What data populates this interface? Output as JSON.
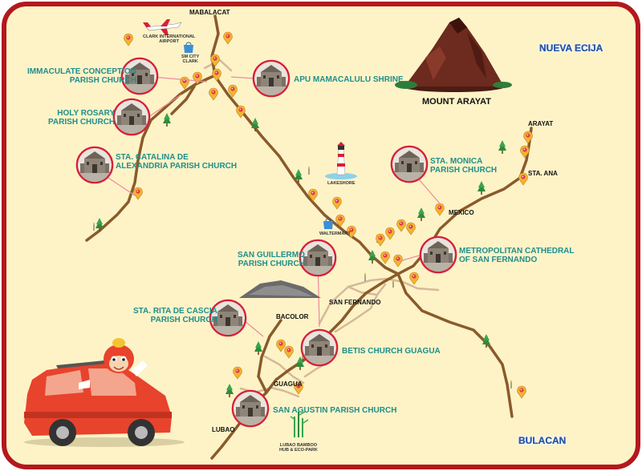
{
  "towns": {
    "mabalacat": "MABALACAT",
    "arayat": "ARAYAT",
    "sta_ana": "STA. ANA",
    "mexico": "MEXICO",
    "san_fernando": "SAN FERNANDO",
    "bacolor": "BACOLOR",
    "guagua": "GUAGUA",
    "lubao": "LUBAO"
  },
  "provinces": {
    "nueva_ecija": "NUEVA ECIJA",
    "bulacan": "BULACAN"
  },
  "landmarks": {
    "mount_arayat": "MOUNT ARAYAT",
    "clark_airport": "CLARK INTERNATIONAL\nAIRPORT",
    "sm_clark": "SM CITY\nCLARK",
    "lakeshore": "LAKESHORE",
    "waltermart": "WALTERMART",
    "lubao_bamboo": "LUBAO BAMBOO\nHUB & ECO-PARK"
  },
  "churches": {
    "immaculate": "IMMACULATE CONCEPTION\nPARISH CHURCH",
    "apu": "APU MAMACALULU SHRINE",
    "holy_rosary": "HOLY ROSARY\nPARISH CHURCH",
    "catalina": "STA. CATALINA DE\nALEXANDRIA PARISH CHURCH",
    "monica": "STA. MONICA\nPARISH CHURCH",
    "guillermo": "SAN GUILLERMO\nPARISH CHURCH",
    "metropolitan": "METROPOLITAN CATHEDRAL\nOF SAN FERNANDO",
    "rita": "STA. RITA DE CASCIA\nPARISH CHURCH",
    "betis": "BETIS CHURCH GUAGUA",
    "agustin": "SAN AGUSTIN PARISH CHURCH"
  },
  "colors": {
    "frame": "#b3181d",
    "background": "#fdf3c7",
    "road": "#8a5a2b",
    "minor_road": "#d6b89a",
    "church_accent": "#1f8f8c",
    "pin": "#e83a4a",
    "mountain": "#6d2a1e",
    "car": "#e8432c"
  }
}
